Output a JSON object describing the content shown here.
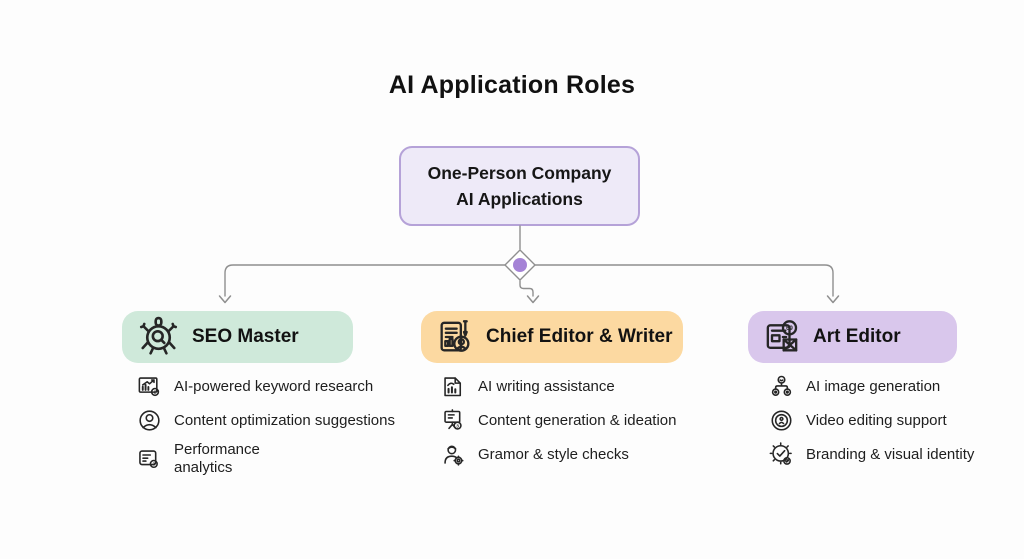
{
  "page": {
    "title": "AI Application Roles",
    "background": "#fdfdfd"
  },
  "root_node": {
    "line1": "One-Person Company",
    "line2": "AI Applications",
    "fill": "#eeeaf8",
    "border": "#b5a2d8"
  },
  "connector": {
    "line_color": "#8f8f8f",
    "diamond_fill": "#ffffff",
    "dot_color": "#a583d6"
  },
  "branches": [
    {
      "id": "seo",
      "title": "SEO Master",
      "color": "#cfe9da",
      "icon": "seo-crawler-bot-icon",
      "items": [
        {
          "label": "AI-powered keyword research",
          "icon": "chart-growth-icon"
        },
        {
          "label": "Content optimization suggestions",
          "icon": "user-circle-icon"
        },
        {
          "label": "Performance analytics",
          "icon": "analytics-board-icon"
        }
      ]
    },
    {
      "id": "editor",
      "title": "Chief Editor & Writer",
      "color": "#fcd9a1",
      "icon": "document-pen-person-icon",
      "items": [
        {
          "label": "AI writing assistance",
          "icon": "doc-chart-icon"
        },
        {
          "label": "Content generation & ideation",
          "icon": "presentation-board-icon"
        },
        {
          "label": "Gramor & style checks",
          "icon": "person-gear-icon"
        }
      ]
    },
    {
      "id": "art",
      "title": "Art Editor",
      "color": "#d9c7ec",
      "icon": "image-frame-badge-icon",
      "items": [
        {
          "label": "AI image generation",
          "icon": "people-network-icon"
        },
        {
          "label": "Video editing support",
          "icon": "target-rings-icon"
        },
        {
          "label": "Branding & visual identity",
          "icon": "badge-check-icon"
        }
      ]
    }
  ]
}
